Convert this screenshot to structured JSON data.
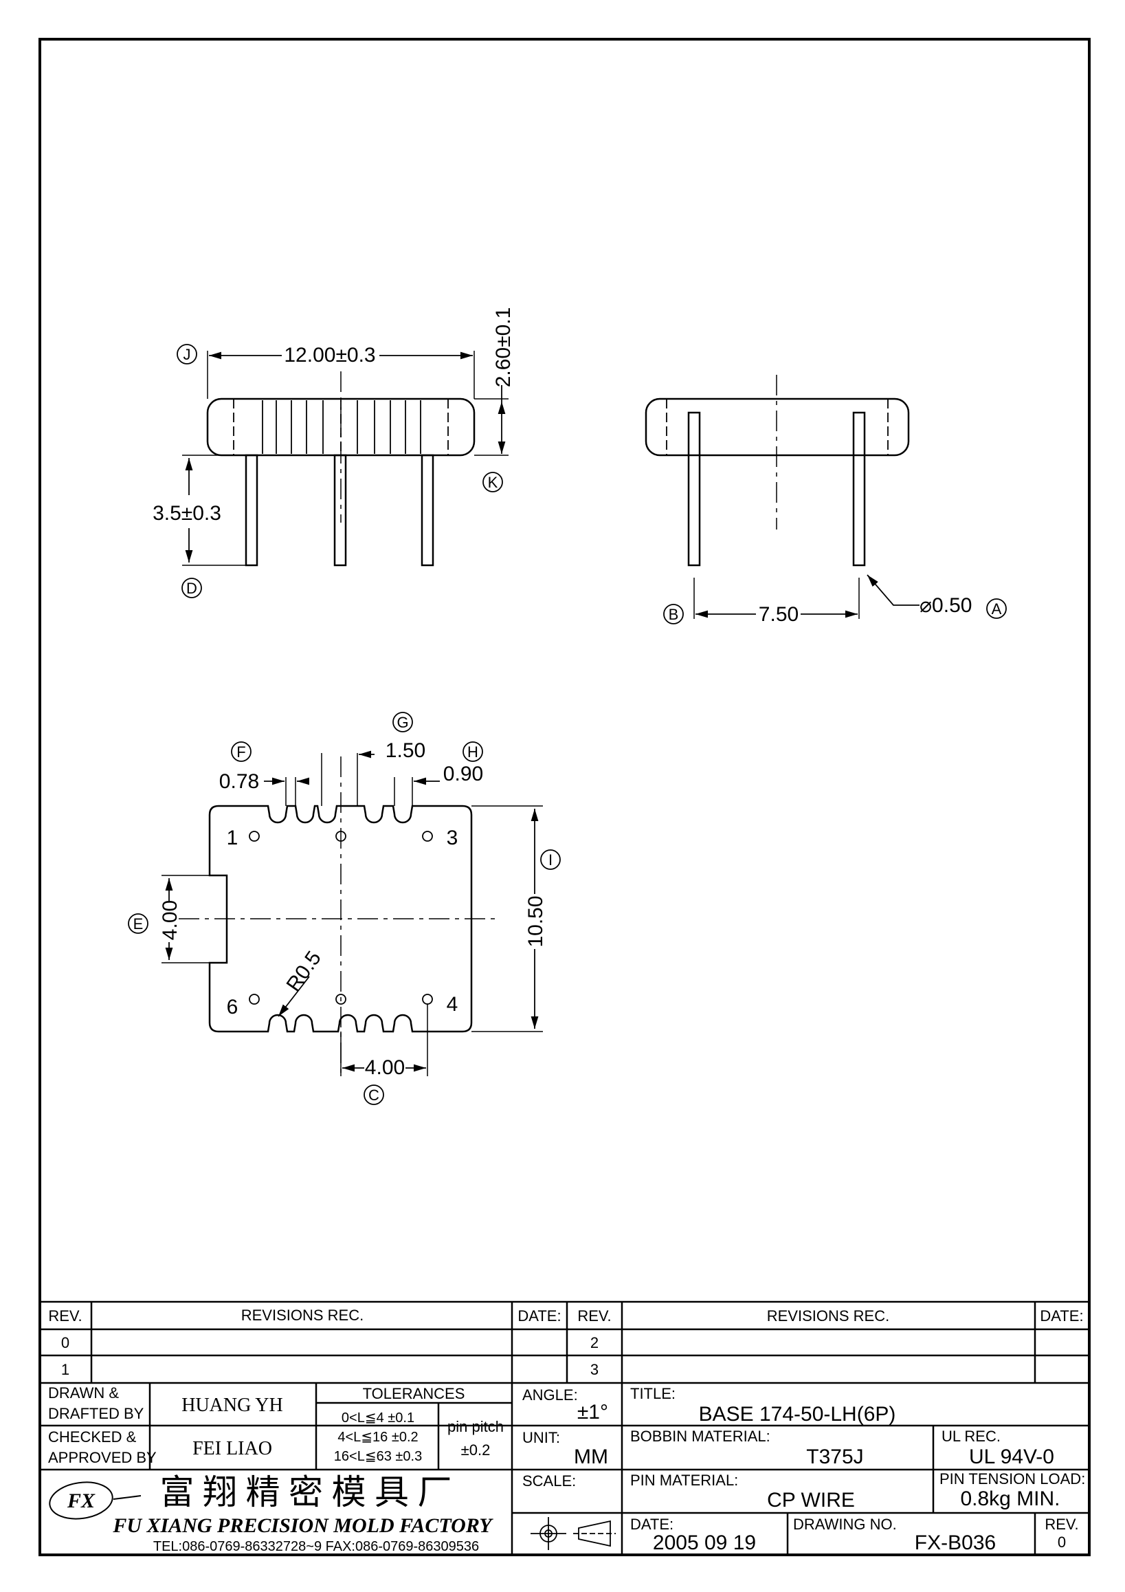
{
  "drawing": {
    "front_view": {
      "dim_width": "12.00±0.3",
      "dim_height": "2.60±0.1",
      "dim_pin_length": "3.5±0.3",
      "label_j": "J",
      "label_k": "K",
      "label_d": "D"
    },
    "side_view": {
      "dim_pin_spacing": "7.50",
      "dim_pin_diameter": "⌀0.50",
      "label_b": "B",
      "label_a": "A"
    },
    "bottom_view": {
      "dim_f": "0.78",
      "dim_g": "1.50",
      "dim_h": "0.90",
      "dim_e": "4.00",
      "dim_i": "10.50",
      "dim_c": "4.00",
      "dim_r": "R0.5",
      "label_f": "F",
      "label_g": "G",
      "label_h": "H",
      "label_e": "E",
      "label_i": "I",
      "label_c": "C",
      "pins": [
        "1",
        "3",
        "6",
        "4"
      ]
    }
  },
  "title_block": {
    "rev_header": "REV.",
    "revisions_header": "REVISIONS   REC.",
    "date_header": "DATE:",
    "rev_rows": [
      "0",
      "1",
      "2",
      "3"
    ],
    "drawn_label_1": "DRAWN  &",
    "drawn_label_2": "DRAFTED  BY",
    "drawn_value": "HUANG YH",
    "checked_label_1": "CHECKED  &",
    "checked_label_2": "APPROVED  BY",
    "checked_value": "FEI LIAO",
    "tolerances_header": "TOLERANCES",
    "tol_row_1": "0<L≦4    ±0.1",
    "tol_row_2": "4<L≦16  ±0.2",
    "tol_row_3": "16<L≦63  ±0.3",
    "pin_pitch_label": "pin  pitch",
    "pin_pitch_value": "±0.2",
    "angle_label": "ANGLE:",
    "angle_value": "±1°",
    "unit_label": "UNIT:",
    "unit_value": "MM",
    "scale_label": "SCALE:",
    "title_label": "TITLE:",
    "title_value": "BASE  174-50-LH(6P)",
    "bobbin_label": "BOBBIN  MATERIAL:",
    "bobbin_value": "T375J",
    "ul_label": "UL  REC.",
    "ul_value": "UL  94V-0",
    "pin_material_label": "PIN  MATERIAL:",
    "pin_material_value": "CP  WIRE",
    "pin_tension_label": "PIN  TENSION  LOAD:",
    "pin_tension_value": "0.8kg  MIN.",
    "date_label": "DATE:",
    "date_value": "2005  09  19",
    "drawing_no_label": "DRAWING  NO.",
    "drawing_no_value": "FX-B036",
    "rev_label": "REV.",
    "rev_value": "0",
    "company_cn": "富 翔 精 密 模 具 厂",
    "company_en": "FU XIANG PRECISION MOLD FACTORY",
    "contact": "TEL:086-0769-86332728~9   FAX:086-0769-86309536",
    "logo_text": "FX"
  }
}
